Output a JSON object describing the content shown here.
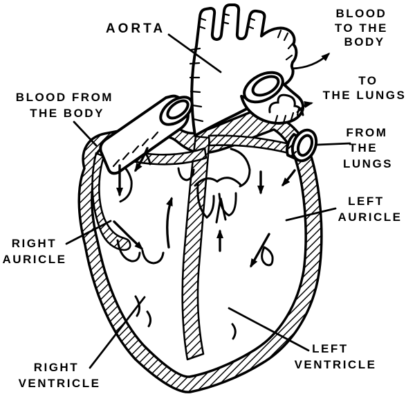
{
  "colors": {
    "ink": "#000000",
    "paper": "#ffffff"
  },
  "figure": {
    "labels": {
      "aorta": "AORTA",
      "blood_to_body": {
        "lines": [
          "BLOOD",
          "TO THE",
          "BODY"
        ]
      },
      "to_the_lungs": {
        "lines": [
          "TO",
          "THE LUNGS"
        ]
      },
      "from_the_lungs": {
        "lines": [
          "FROM",
          "THE",
          "LUNGS"
        ]
      },
      "left_auricle": {
        "lines": [
          "LEFT",
          "AURICLE"
        ]
      },
      "left_ventricle": {
        "lines": [
          "LEFT",
          "VENTRICLE"
        ]
      },
      "right_auricle": {
        "lines": [
          "RIGHT",
          "AURICLE"
        ]
      },
      "right_ventricle": {
        "lines": [
          "RIGHT",
          "VENTRICLE"
        ]
      },
      "blood_from_body": {
        "lines": [
          "BLOOD FROM",
          "THE BODY"
        ]
      }
    }
  }
}
